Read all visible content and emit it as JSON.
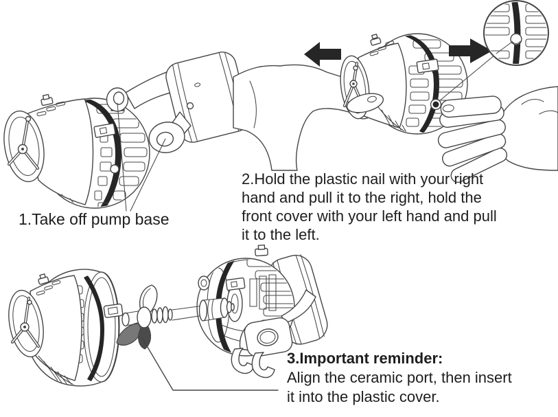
{
  "colors": {
    "background": "#ffffff",
    "line": "#454545",
    "dark": "#262626",
    "text": "#1d1d1d"
  },
  "steps": {
    "step1": {
      "label": "1.Take off pump base"
    },
    "step2": {
      "lines": [
        "2.Hold the plastic nail with your right",
        "hand and pull it to the right, hold the",
        "front cover with your left hand and pull",
        "it to the left."
      ]
    },
    "step3": {
      "title": "3.Important reminder:",
      "lines": [
        "Align the ceramic port, then insert",
        "it into the plastic cover."
      ]
    }
  },
  "figures": {
    "figure1": "wave pump with clamp base attached",
    "figure2": "two hands pulling the plastic nail and front cover apart",
    "figure3": "exploded view of front cover, impeller shaft and pump body",
    "inset": "magnified detail of the plastic nail on the cage"
  },
  "icons": {
    "arrow_left": "solid black arrow pointing left",
    "arrow_right": "solid black arrow pointing right"
  }
}
